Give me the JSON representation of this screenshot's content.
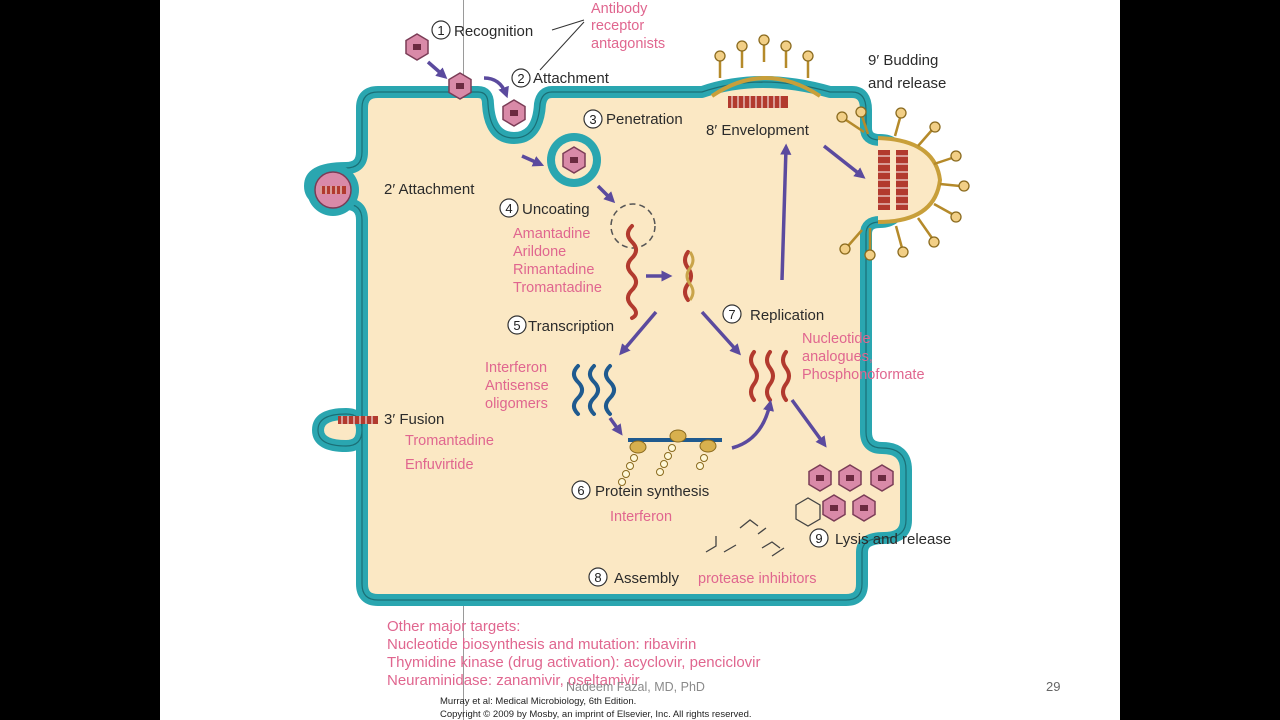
{
  "steps": {
    "s1": {
      "num": "1",
      "label": "Recognition"
    },
    "s2": {
      "num": "2",
      "label": "Attachment"
    },
    "s3": {
      "num": "3",
      "label": "Penetration"
    },
    "s4": {
      "num": "4",
      "label": "Uncoating"
    },
    "s5": {
      "num": "5",
      "label": "Transcription"
    },
    "s6": {
      "num": "6",
      "label": "Protein synthesis"
    },
    "s7": {
      "num": "7",
      "label": "Replication"
    },
    "s8": {
      "num": "8",
      "label": "Assembly"
    },
    "s9": {
      "num": "9",
      "label": "Lysis and release"
    },
    "s2p": "2′ Attachment",
    "s3p": "3′ Fusion",
    "s8p": "8′ Envelopment",
    "s9p_line1": "9′ Budding",
    "s9p_line2": "and release"
  },
  "drugs": {
    "attachment": [
      "Antibody",
      "receptor",
      "antagonists"
    ],
    "uncoating": [
      "Amantadine",
      "Arildone",
      "Rimantadine",
      "Tromantadine"
    ],
    "transcription": [
      "Interferon",
      "Antisense",
      "oligomers"
    ],
    "replication": [
      "Nucleotide",
      "analogues,",
      "Phosphonoformate"
    ],
    "fusion": [
      "Tromantadine",
      "Enfuvirtide"
    ],
    "protein_synthesis": "Interferon",
    "assembly": "protease inhibitors"
  },
  "other_targets": [
    "Other major targets:",
    "Nucleotide biosynthesis and mutation: ribavirin",
    "Thymidine kinase (drug activation): acyclovir, penciclovir",
    "Neuraminidase: zanamivir, oseltamivir"
  ],
  "credit": [
    "Murray et al: Medical Microbiology, 6th Edition.",
    "Copyright © 2009 by Mosby, an imprint of Elsevier, Inc. All rights reserved."
  ],
  "author": "Nadeem Fazal, MD, PhD",
  "page_number": "29",
  "colors": {
    "membrane": "#2aa6b0",
    "cytoplasm": "#fbe8c4",
    "virion": "#d98aa8",
    "arrow": "#5b4a9e",
    "drug_text": "#e0668f"
  }
}
